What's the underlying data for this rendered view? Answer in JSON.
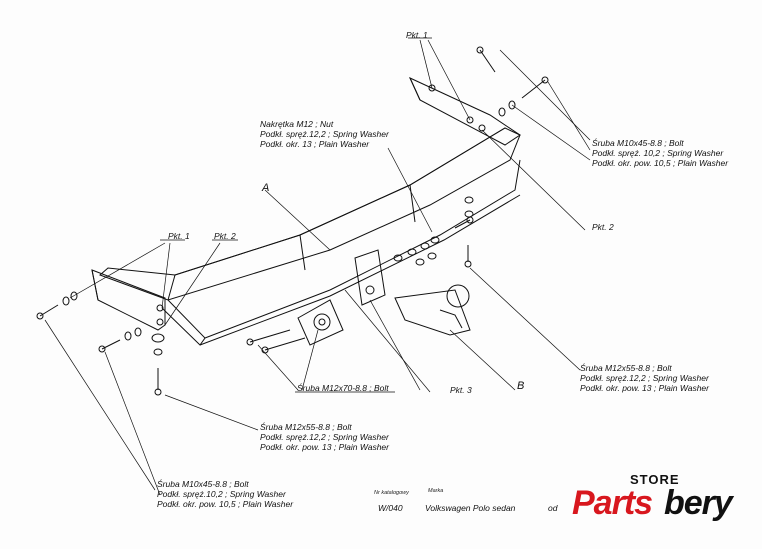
{
  "labels": {
    "pkt1_top": "Pkt. 1",
    "pkt1_left": "Pkt. 1",
    "pkt2_left": "Pkt. 2",
    "pkt2_right": "Pkt. 2",
    "pkt3": "Pkt. 3",
    "letter_a": "A",
    "letter_b": "B",
    "nut_group": [
      "Nakrętka M12 ; Nut",
      "Podkł. spręż.12,2 ; Spring Washer",
      "Podkł. okr. 13 ; Plain Washer"
    ],
    "bolt_m10_top": [
      "Śruba M10x45-8.8 ;  Bolt",
      "Podkł. spręż. 10,2 ; Spring Washer",
      "Podkł. okr. pow. 10,5 ; Plain Washer"
    ],
    "bolt_m12x55_right": [
      "Śruba M12x55-8.8 ;  Bolt",
      "Podkł. spręż.12,2 ; Spring Washer",
      "Podkł. okr. pow. 13 ; Plain Washer"
    ],
    "bolt_m12x70": "Śruba M12x70-8.8 ;  Bolt",
    "bolt_m12x55_left": [
      "Śruba M12x55-8.8 ;  Bolt",
      "Podkł. spręż.12,2 ; Spring Washer",
      "Podkł. okr. pow. 13 ; Plain Washer"
    ],
    "bolt_m10_bottom": [
      "Śruba M10x45-8.8 ;  Bolt",
      "Podkł. spręż.10,2 ; Spring Washer",
      "Podkł. okr. pow. 10,5 ; Plain Washer"
    ]
  },
  "footer": {
    "catalog_caption": "Nr katalogowy",
    "catalog_value": "W/040",
    "brand_caption": "Marka",
    "brand_value": "Volkswagen Polo sedan",
    "from_caption": "od"
  },
  "logo": {
    "store": "STORE",
    "brand_part1": "Parts",
    "brand_part2": "bery",
    "red": "#d8171e",
    "black": "#111111"
  }
}
